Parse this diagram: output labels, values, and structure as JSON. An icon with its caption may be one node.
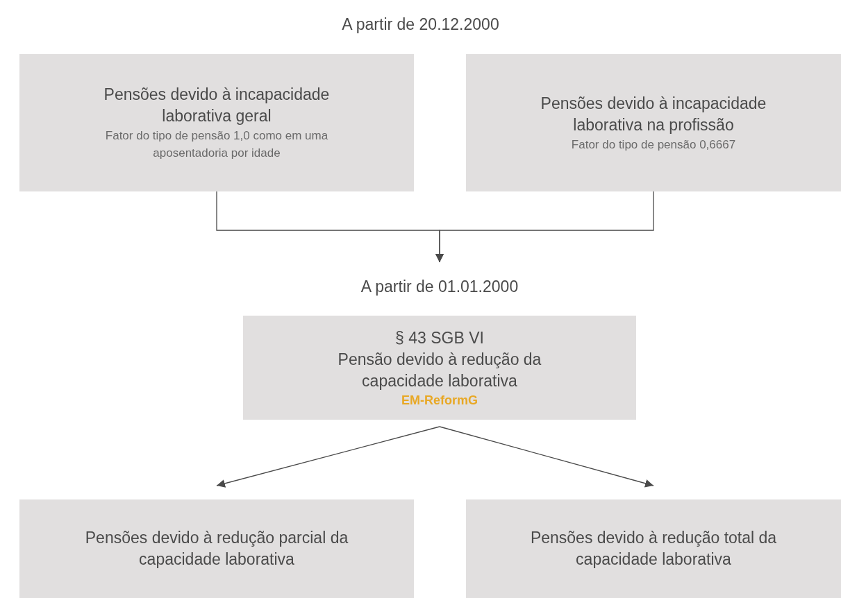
{
  "diagram": {
    "title": "A partir de 20.12.2000",
    "nodes": [
      {
        "text": [
          "Pensões devido à incapacidade laborativa geral",
          "Fator do tipo de pensão 1,0 como em uma aposentadoria por idade"
        ]
      },
      {
        "text": [
          "Pensões devido à incapacidade laborativa na profissão",
          "Fator do tipo de pensão 0,6667"
        ]
      },
      {
        "text": [
          "A partir de 01.01.2000"
        ]
      },
      {
        "text": [
          "§ 43 SGB VI",
          "Pensão devido à redução da capacidade laborativa",
          "EM-ReformG"
        ]
      },
      {
        "text": [
          "Pensões devido à redução parcial da capacidade laborativa"
        ]
      },
      {
        "text": [
          "Pensões devido à redução total da capacidade laborativa"
        ]
      }
    ],
    "edges": [
      {
        "from": 0,
        "to": 2,
        "arrow": "to"
      },
      {
        "from": 1,
        "to": 2,
        "arrow": "to"
      },
      {
        "from": 3,
        "to": 4,
        "arrow": "to"
      },
      {
        "from": 3,
        "to": 5,
        "arrow": "to"
      }
    ]
  }
}
